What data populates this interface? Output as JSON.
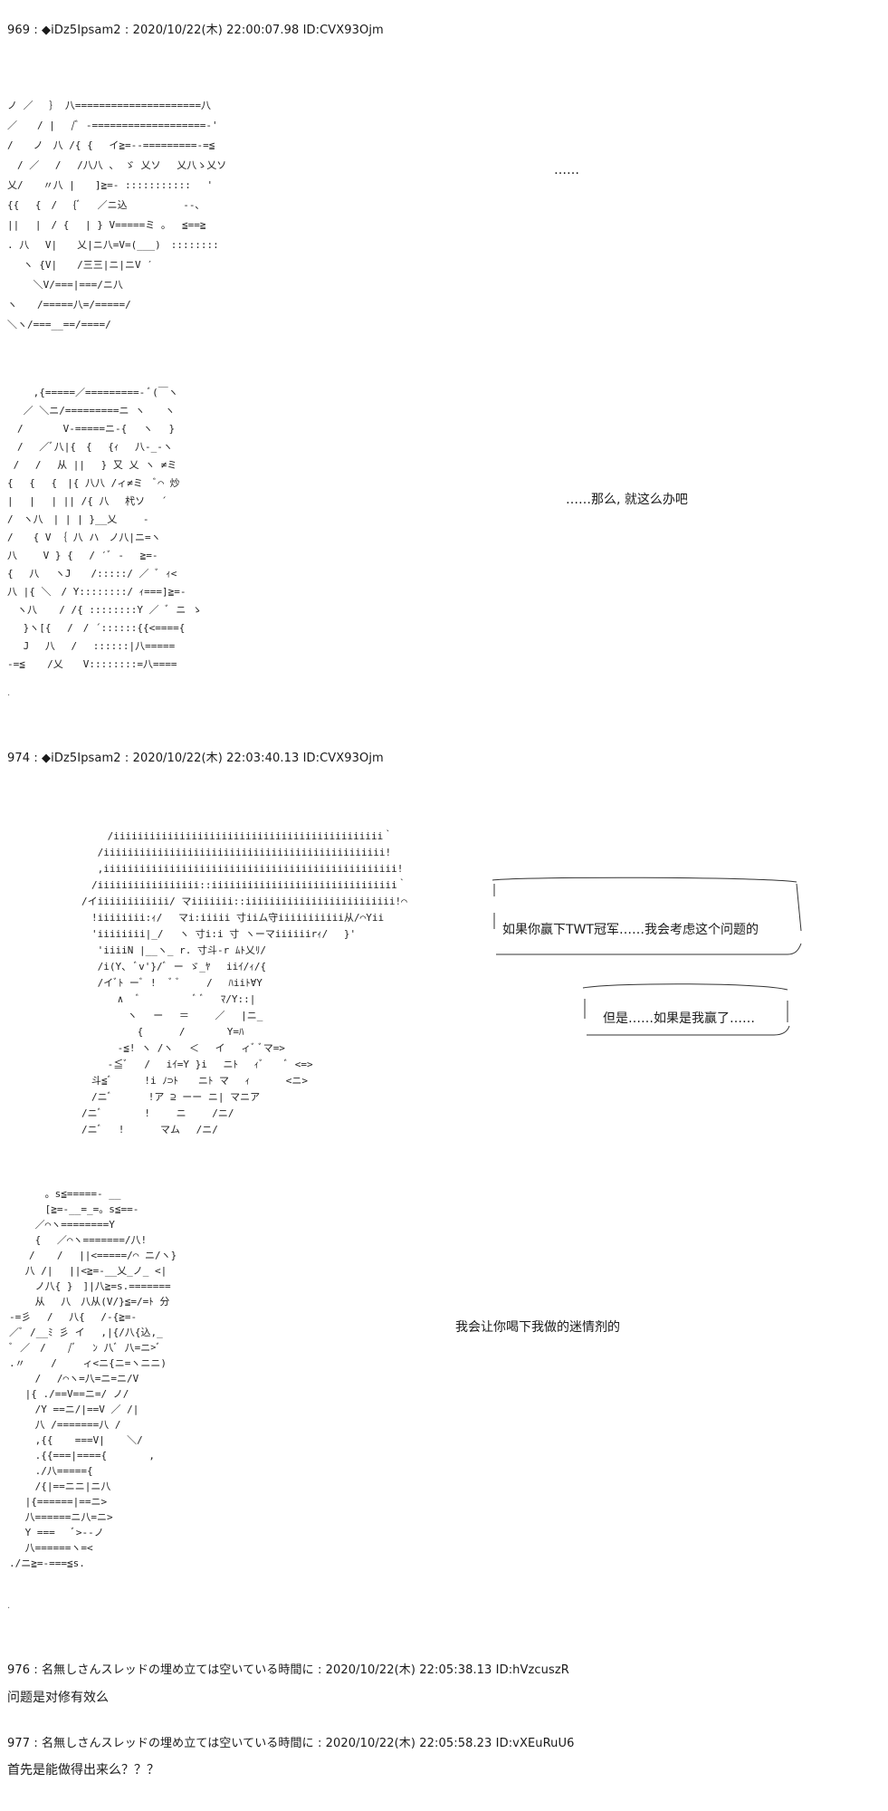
{
  "posts": [
    {
      "header": "969 : ◆iDz5Ipsam2 : 2020/10/22(木) 22:00:07.98 ID:CVX93Ojm",
      "captions": [
        "……",
        "……那么, 就这么办吧"
      ]
    },
    {
      "header": "974 : ◆iDz5Ipsam2 : 2020/10/22(木) 22:03:40.13 ID:CVX93Ojm",
      "bubbles": [
        "如果你赢下TWT冠军……我会考虑这个问题的",
        "但是……如果是我赢了……"
      ],
      "captions": [
        "我会让你喝下我做的迷情剂的"
      ]
    },
    {
      "header": "976 : 名無しさんスレッドの埋め立ては空いている時間に : 2020/10/22(木) 22:05:38.13 ID:hVzcuszR",
      "text": "问题是对修有效么"
    },
    {
      "header": "977 : 名無しさんスレッドの埋め立ては空いている時間に : 2020/10/22(木) 22:05:58.23 ID:vXEuRuU6",
      "text": "首先是能做得出来么？？？"
    }
  ],
  "art": {
    "a1": [
      "ノ ／　 ｝ 八=====================八",
      "／　　/ |　 /ﾞ -===================-'",
      "/　　ノ　八 /{ {　 イ≧=--=========-=≦",
      "　/ ／　 /　 /八八 、 ゞ 乂ソ 　乂八ゝ乂ソ",
      "乂/　　〃八 |　　]≧=- :::::::::::　 '",
      "{{　 {　/　 {ﾞ　 ／ニ込　　　　　 ‐-､",
      "||　 |　/ {　 | } V=====ミ 。　 ≦==≧",
      ". 八　 V|　　乂|ニ八=V=(___)　::::::::",
      "　 ヽ {V|　　/三三|ニ|ニV ′",
      "　　 ＼V/===|===/ニ八",
      "ヽ　　/=====八=/=====/",
      "＼ヽ/===__==/====/"
    ],
    "a2": [
      "　　 ,{=====／=========- ﾞ(￣ヽ",
      "　 ／ ＼ニ/=========ニ ヽ　　ヽ",
      "　/　　　　V-=====ニ-{　 ヽ　 }",
      "　/　 ／ﾞ八|{　{　 {ｨ　 八-_-ヽ",
      " /　 /　 从 ||　 } 又 乂 ヽ ≠ミ",
      "{　 {　 {　|{ 八八 /ィ≠ミ　ﾞ⌒ 炒",
      "|　 |　 | || /{ 八　 杙ソ　 ´",
      "/　ヽ八　| | | }__乂　　 -",
      "/　　{ V ｛ 八 ハ　ノ八|ニ=ヽ",
      "八　 　V } {　 / ′ﾞ -　 ≧=-",
      "{　 八　 ヽJ　　/:::::/ ／ ﾞ ｨ<",
      "八 |{ ＼　/ Y::::::::/ ｨ===]≧=-",
      "　ヽ八 　 / /{ ::::::::Y ／ ﾞ ニ ゝ",
      "　 }ヽ[{　 /　/ ´::::::{{<===={",
      "　 J　 八　 /　 ::::::|八=====",
      "-=≦ 　 /乂　　V::::::::=八===="
    ],
    "a3": [
      "　　 /iiiiiiiiiiiiiiiiiiiiiiiiiiiiiiiiiiiiiiiiiiiii｀",
      "　 /iiiiiiiiiiiiiiiiiiiiiiiiiiiiiiiiiiiiiiiiiiiiiii!",
      "　 ,iiiiiiiiiiiiiiiiiiiiiiiiiiiiiiiiiiiiiiiiiiiiiiiii!",
      "　/iiiiiiiiiiiiiiiii::iiiiiiiiiiiiiiiiiiiiiiiiiiiiiii｀",
      "/イiiiiiiiiiiii/ マiiiiiii::iiiiiiiiiiiiiiiiiiiiiiiii!⌒",
      "　!iiiiiiii:ｨ/　 マi:iiiii 寸iiム守iiiiiiiiiii从/⌒Yii",
      "　'iiiiiiii|_/　 ヽ 寸i:i 寸 ヽーマiiiiiirｨ/　 }'",
      "　 'iiiiN |__ヽ_ r. 寸斗-r ﾑﾄ乂ﾘ/",
      "　 /i(Y、 ﾞv'}/ﾞ ー ゞ_ﾔ　 iiｲ/ｨ/{",
      "　 /イﾞﾄ ーﾞ !　 ﾞ ﾞ　 　/　 ﾊiiﾄ∀Y",
      "　　　 ∧　 ﾞ　　　　　 ﾞ ﾞ　 ﾏ/Y::|",
      "　　　　 ヽ　 ー　 ＝　　 ／　 |ニ_",
      "　　　　　 {　　　 /　　 　 Y=ﾊ",
      "　　　 -≦! ヽ /ヽ　 ＜　 イ　 ィﾞ ﾞマ=>",
      "　　 -≦ﾞ　 /　 iｲ=Y }i　 ニﾄ　 ｨﾞ　　ﾞ <=>",
      "　斗≦ﾞ　 　 !i ﾉ⊃ﾄ　　ニﾄ マ　 ｨ　　　 <ニ>",
      "　/ニﾞ　　　 !ア ⊇ ーー ニ| マニア",
      "/ニﾞ　 　　 !　　 ニ　 　/ニ/",
      "/ニﾞ　 !　　　 マム　 /ニ/"
    ],
    "a4": [
      "　　　 。s≦=====- __",
      "　　　 [≧=-__=_=。s≦==-",
      "　　 ／⌒ヽ========Y",
      "　　 {　 ／⌒ヽ=======/八!",
      "　　/ 　 /　 ||<=====/⌒ ニ/ヽ}",
      "　 八 /|　 ||<≧=-__乂_ノ_ <|",
      "　　 ノ八{ }　]|八≧=s.=======",
      "　　 从　 八　八从(V/}≦=/=ﾄ 分",
      "-=彡　 /　 八{ 　/-{≧=-",
      "／ﾞ /__ﾐ 彡 イ　 ,|{/八{込,_",
      "ﾞ ／　/ 　 /ﾞ　 ﾝ 八ﾞ 八=ニ>ﾞ",
      ".〃　　 /　 　ィ<ニ{ニ=ヽニニ)",
      "　　 /　 /⌒ヽ=八=ニ=ニ/V",
      "　 |{ ./==V==ニ=/ ノ/",
      "　　 /Y ==ニ/|==V ／ /|",
      "　　 八 /=======八 /",
      "　　 ,{{ 　 ===V| 　 ＼/",
      "　　 .{{===|===={ 　　　 ,",
      "　　 ./八====={",
      "　　 /{|==ニニ|ニ八",
      "　 |{======|==ニ>",
      "　 八======ニ八=ニ>",
      "　 Y ===　 ﾞ>--ノ",
      "　 八======ヽ=<",
      "./ニ≧=-===≦s."
    ]
  }
}
